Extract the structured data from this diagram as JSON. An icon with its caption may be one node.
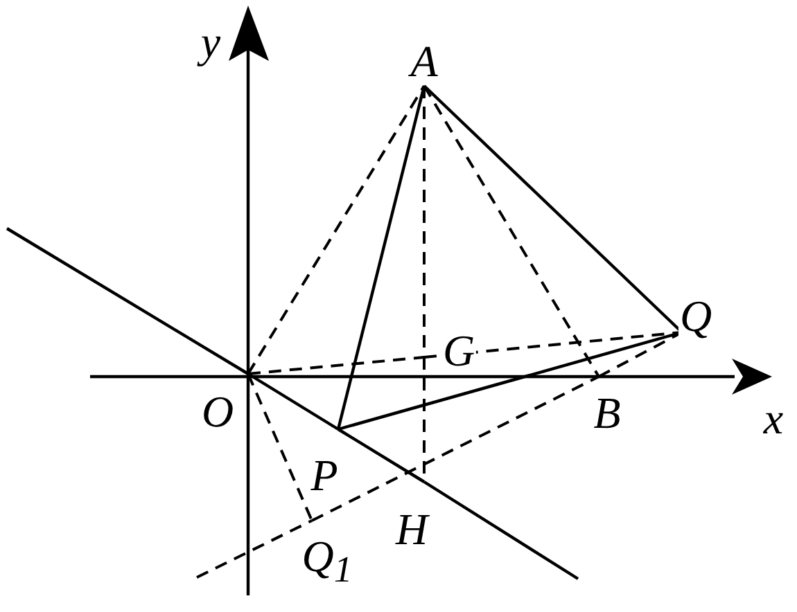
{
  "diagram": {
    "nodes": [
      {
        "text": [
          "A"
        ]
      },
      {
        "text": [
          "O"
        ]
      },
      {
        "text": [
          "G"
        ]
      },
      {
        "text": [
          "Q"
        ]
      },
      {
        "text": [
          "B"
        ]
      },
      {
        "text": [
          "P"
        ]
      },
      {
        "text": [
          "H"
        ]
      },
      {
        "text": [
          "Q$_{1}$"
        ]
      }
    ],
    "edges": [
      {
        "from": 1,
        "to": 0,
        "arrow": "none",
        "style": "dashed"
      },
      {
        "from": 0,
        "to": 5,
        "arrow": "none"
      },
      {
        "from": 0,
        "to": 2,
        "arrow": "none",
        "style": "dashed"
      },
      {
        "from": 2,
        "to": 6,
        "arrow": "none",
        "style": "dashed"
      },
      {
        "from": 0,
        "to": 4,
        "arrow": "none",
        "style": "dashed"
      },
      {
        "from": 0,
        "to": 3,
        "arrow": "none"
      },
      {
        "from": 1,
        "to": 2,
        "arrow": "none",
        "style": "dashed"
      },
      {
        "from": 2,
        "to": 3,
        "arrow": "none",
        "style": "dashed"
      },
      {
        "from": 5,
        "to": 3,
        "arrow": "none"
      },
      {
        "from": 1,
        "to": 7,
        "arrow": "none",
        "style": "dashed"
      },
      {
        "from": null,
        "to": 1,
        "arrow": "none"
      },
      {
        "from": 1,
        "to": 5,
        "arrow": "none"
      },
      {
        "from": 5,
        "to": 6,
        "arrow": "none"
      },
      {
        "from": 6,
        "to": null,
        "arrow": "none"
      },
      {
        "from": null,
        "to": 7,
        "arrow": "none",
        "style": "dashed"
      },
      {
        "from": 7,
        "to": 4,
        "arrow": "none",
        "style": "dashed"
      },
      {
        "from": 4,
        "to": 3,
        "arrow": "none",
        "style": "dashed"
      }
    ],
    "labels": [
      "y",
      "x"
    ]
  }
}
